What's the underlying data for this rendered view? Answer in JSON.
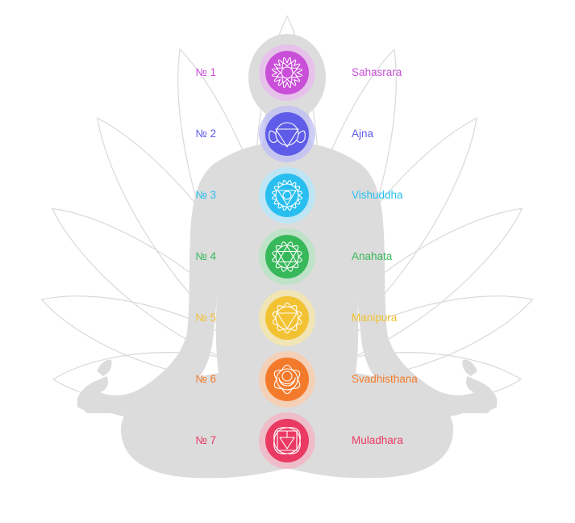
{
  "chakras": [
    {
      "number": "№ 1",
      "name": "Sahasrara",
      "color": "#c94fd8",
      "glow": "#e9b9f0",
      "shape": "lotus-thousand"
    },
    {
      "number": "№ 2",
      "name": "Ajna",
      "color": "#5e5ce8",
      "glow": "#bdbdf6",
      "shape": "triangle-down-wings"
    },
    {
      "number": "№ 3",
      "name": "Vishuddha",
      "color": "#28bff0",
      "glow": "#b3e8fb",
      "shape": "circle-triangle-down"
    },
    {
      "number": "№ 4",
      "name": "Anahata",
      "color": "#37b85a",
      "glow": "#b5e6c1",
      "shape": "hexagram"
    },
    {
      "number": "№ 5",
      "name": "Manipura",
      "color": "#f2c233",
      "glow": "#f8e7a8",
      "shape": "triangle-down"
    },
    {
      "number": "№ 6",
      "name": "Svadhisthana",
      "color": "#f47a2b",
      "glow": "#fbcca9",
      "shape": "crescent"
    },
    {
      "number": "№ 7",
      "name": "Muladhara",
      "color": "#ea3a63",
      "glow": "#f6b3c3",
      "shape": "square-triangle"
    }
  ],
  "figure": {
    "body_color": "#dcdcdc",
    "lotus_line_color": "#d9d9d9"
  }
}
